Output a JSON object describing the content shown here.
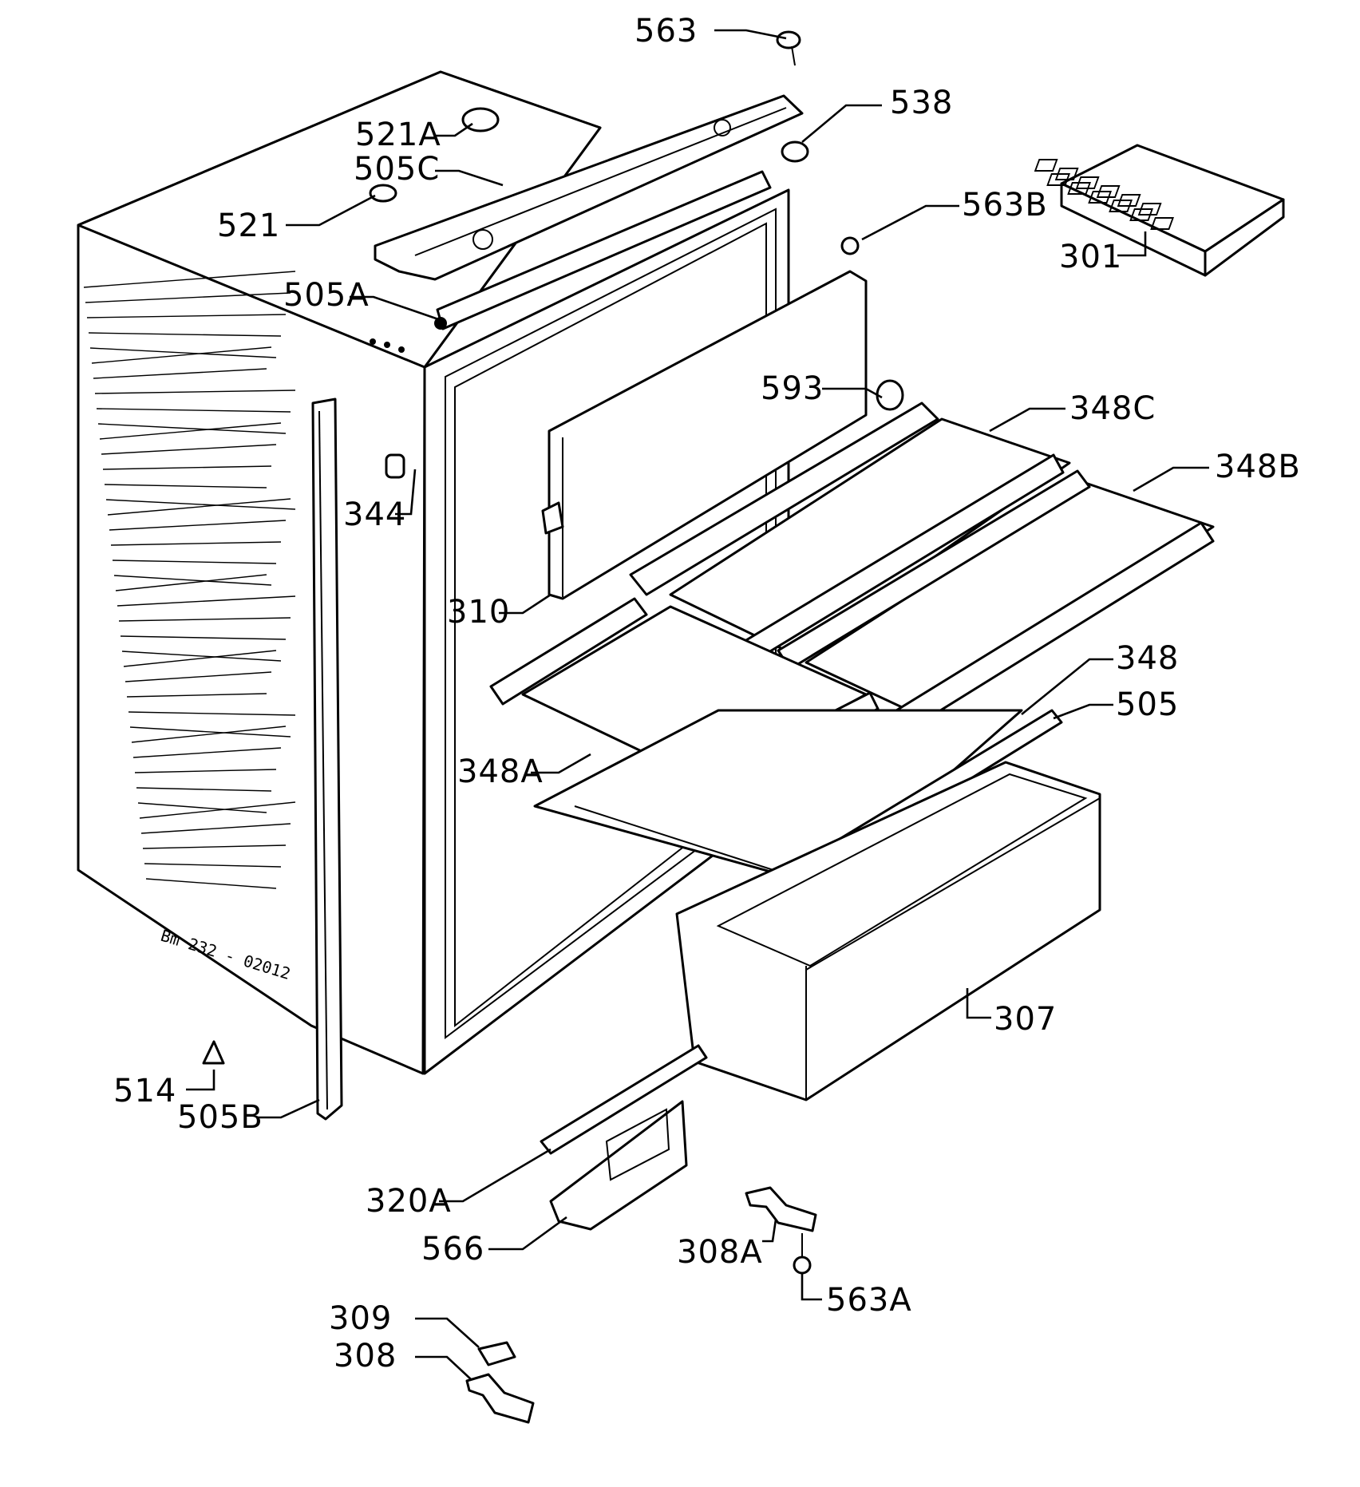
{
  "drawing_code": "Bm 232 - 02012",
  "labels": {
    "l563": "563",
    "l538": "538",
    "l521A": "521A",
    "l505C": "505C",
    "l521": "521",
    "l563B": "563B",
    "l301": "301",
    "l505A": "505A",
    "l593": "593",
    "l348C": "348C",
    "l348B": "348B",
    "l344": "344",
    "l310": "310",
    "l348": "348",
    "l505": "505",
    "l348A": "348A",
    "l307": "307",
    "l514": "514",
    "l505B": "505B",
    "l320A": "320A",
    "l566": "566",
    "l308A": "308A",
    "l563A": "563A",
    "l309": "309",
    "l308": "308"
  }
}
